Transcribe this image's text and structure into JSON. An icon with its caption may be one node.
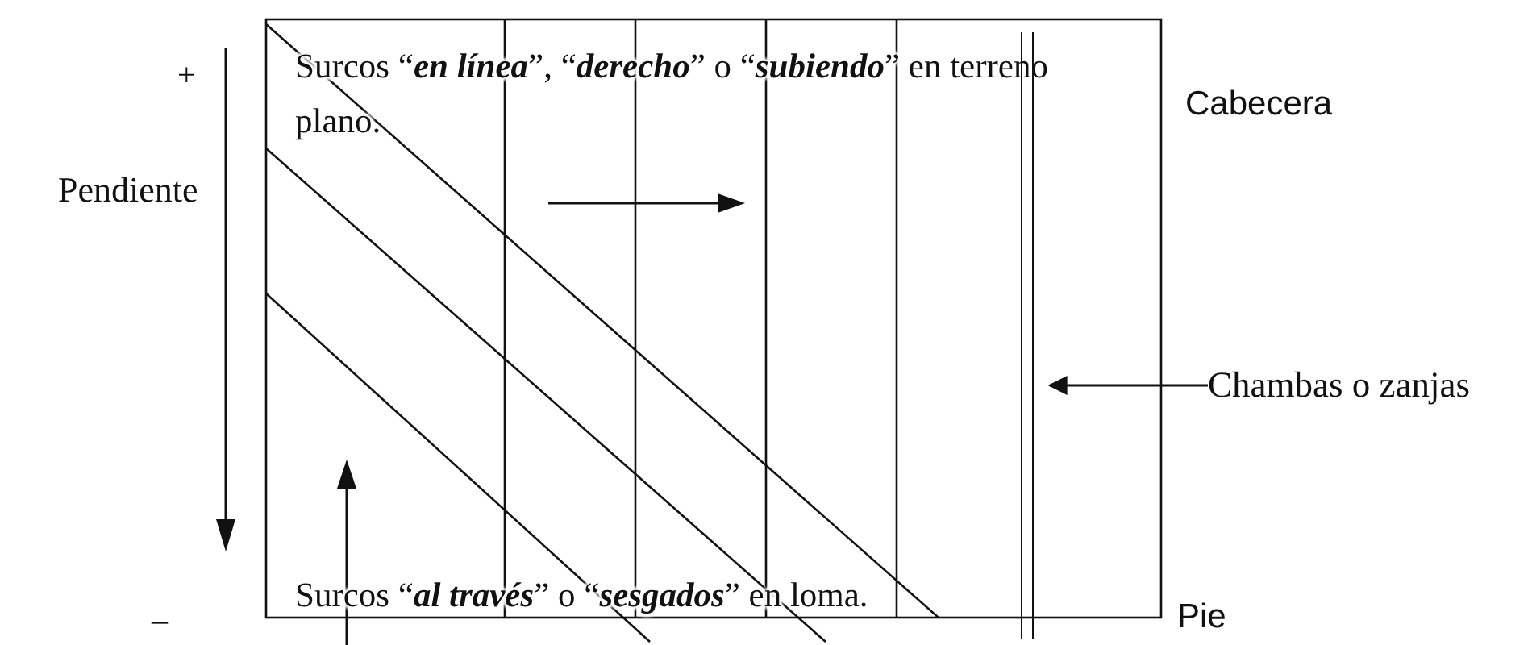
{
  "diagram": {
    "nodes": [
      {
        "text": [
          "Chambas o zanjas"
        ]
      },
      {
        "text": [],
        "shape": "bar"
      }
    ],
    "edges": [
      {
        "from": 0,
        "to": 1,
        "arrow": "to"
      }
    ],
    "labels": [
      "Surcos “**en línea**”, “**derecho**” o “**subiendo**” en terreno plano.",
      "+",
      "Cabecera",
      "Pendiente",
      "Surcos “**al través**” o “**sesgados**” en loma.",
      "–",
      "Pie"
    ]
  }
}
